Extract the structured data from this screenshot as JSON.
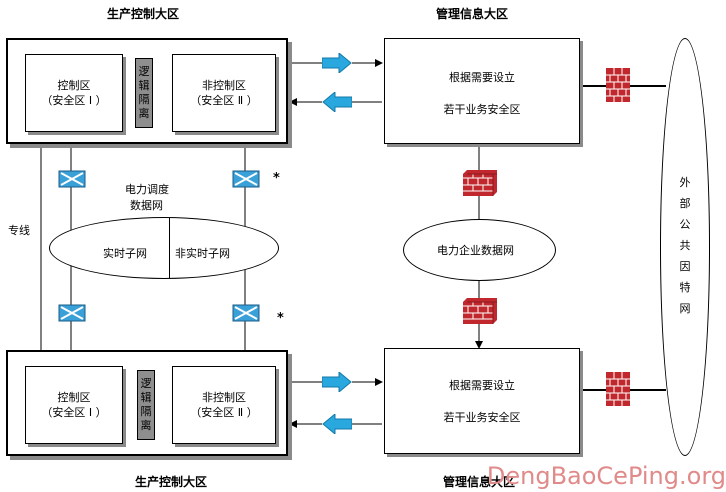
{
  "top": {
    "production_title": "生产控制大区",
    "management_title": "管理信息大区",
    "control_zone": {
      "line1": "控制区",
      "line2": "（安全区 Ⅰ ）"
    },
    "isolation": [
      "逻",
      "辑",
      "隔",
      "离"
    ],
    "noncontrol_zone": {
      "line1": "非控制区",
      "line2": "（安全区 Ⅱ ）"
    },
    "mgmt_box": {
      "line1": "根据需要设立",
      "line2": "若干业务安全区"
    }
  },
  "bottom": {
    "production_title": "生产控制大区",
    "management_title": "管理信息大区",
    "control_zone": {
      "line1": "控制区",
      "line2": "（安全区 Ⅰ ）"
    },
    "isolation": [
      "逻",
      "辑",
      "隔",
      "离"
    ],
    "noncontrol_zone": {
      "line1": "非控制区",
      "line2": "（安全区 Ⅱ ）"
    },
    "mgmt_box": {
      "line1": "根据需要设立",
      "line2": "若干业务安全区"
    }
  },
  "dispatch_network": {
    "title_line1": "电力调度",
    "title_line2": "数据网",
    "realtime": "实时子网",
    "nonrealtime": "非实时子网"
  },
  "dedicated_line": "专线",
  "enterprise_network": "电力企业数据网",
  "external_network": [
    "外",
    "部",
    "公",
    "共",
    "因",
    "特",
    "网"
  ],
  "asterisk": "*",
  "watermark": "DengBaoCePing.org",
  "colors": {
    "arrow_fill": "#29a8e0",
    "device_fill": "#3aa0d8",
    "firewall_red": "#c0282d",
    "isolation_gray": "#8e8e8e",
    "shadow_gray": "#8a8a8a"
  },
  "icons": {
    "unidirectional_arrow": "arrow-icon",
    "encryption_device": "encryption-device-icon",
    "firewall": "firewall-icon"
  }
}
